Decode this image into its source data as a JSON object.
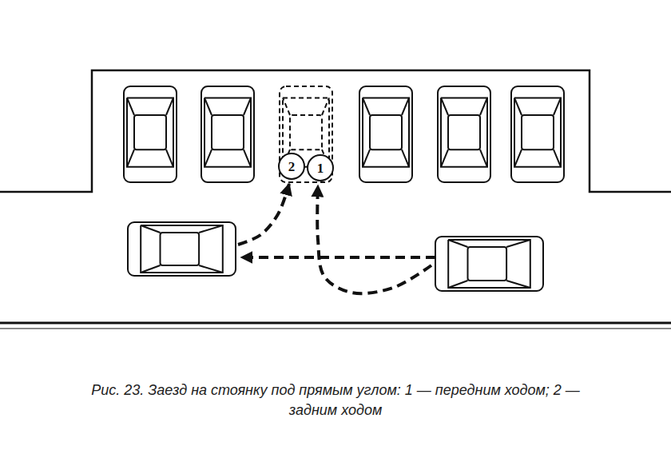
{
  "diagram": {
    "caption": "Рис. 23. Заезд на стоянку под прямым углом: 1 — передним ходом; 2 — задним ходом",
    "nodes": [
      {
        "text": [
          "2"
        ]
      },
      {
        "text": [
          "1"
        ]
      }
    ]
  }
}
